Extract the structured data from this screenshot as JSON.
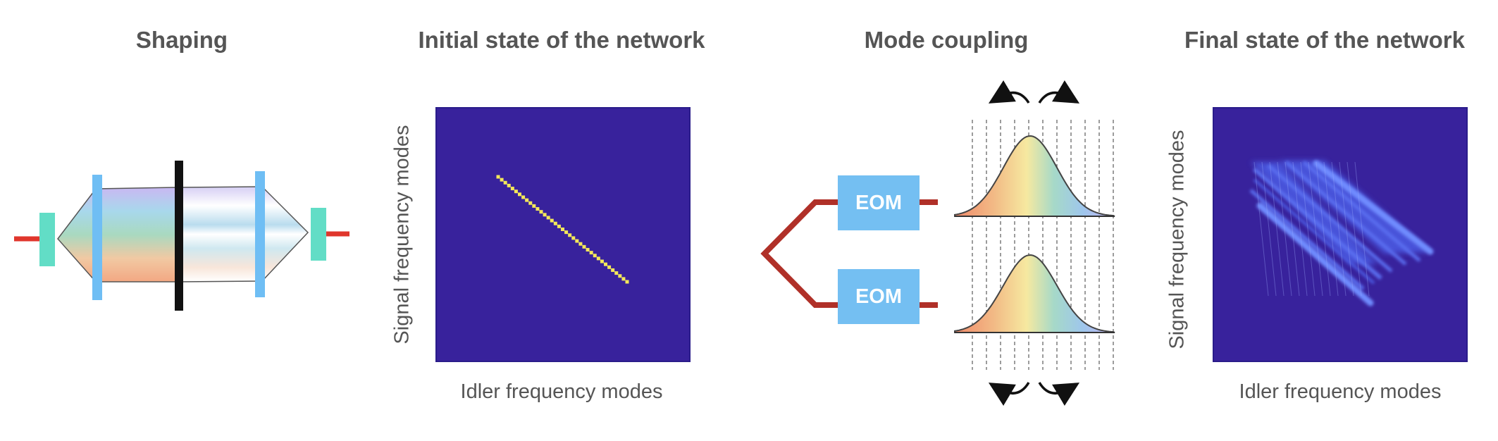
{
  "panels": {
    "shaping": {
      "title": "Shaping"
    },
    "initial": {
      "title": "Initial state of the network",
      "xlabel": "Idler frequency modes",
      "ylabel": "Signal frequency modes",
      "background_color": "#38229c",
      "diagonal_color": "#f4e85a"
    },
    "coupling": {
      "title": "Mode coupling",
      "eom_top": "EOM",
      "eom_bottom": "EOM",
      "waveguide_color": "#b03028",
      "eom_color": "#74bff2"
    },
    "final": {
      "title": "Final state of the network",
      "xlabel": "Idler frequency modes",
      "ylabel": "Signal frequency modes",
      "background_color": "#38229c",
      "pattern_color": "#5b73f0"
    }
  }
}
